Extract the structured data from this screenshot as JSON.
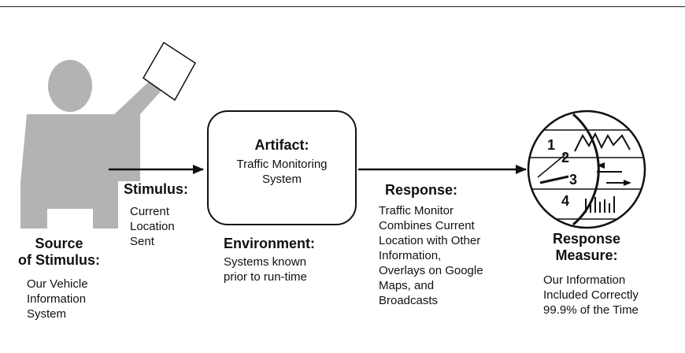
{
  "source": {
    "title_line1": "Source",
    "title_line2": "of Stimulus:",
    "desc": [
      "Our Vehicle",
      "Information",
      "System"
    ]
  },
  "stimulus": {
    "title": "Stimulus:",
    "desc": [
      "Current",
      "Location",
      "Sent"
    ]
  },
  "artifact": {
    "title": "Artifact:",
    "desc": [
      "Traffic Monitoring",
      "System"
    ]
  },
  "environment": {
    "title": "Environment:",
    "desc": [
      "Systems known",
      "prior to run-time"
    ]
  },
  "response": {
    "title": "Response:",
    "desc": [
      "Traffic Monitor",
      "Combines Current",
      "Location with Other",
      "Information,",
      "Overlays on Google",
      "Maps, and",
      "Broadcasts"
    ]
  },
  "response_measure": {
    "title_line1": "Response",
    "title_line2": "Measure:",
    "desc": [
      "Our Information",
      "Included Correctly",
      "99.9% of the Time"
    ],
    "dial_numbers": [
      "1",
      "2",
      "3",
      "4"
    ]
  },
  "colors": {
    "person": "#b3b3b3",
    "ink": "#111111"
  },
  "icons": [
    "person-icon",
    "paper-sheet-icon",
    "arrow-right-icon",
    "measurement-dial-icon"
  ]
}
